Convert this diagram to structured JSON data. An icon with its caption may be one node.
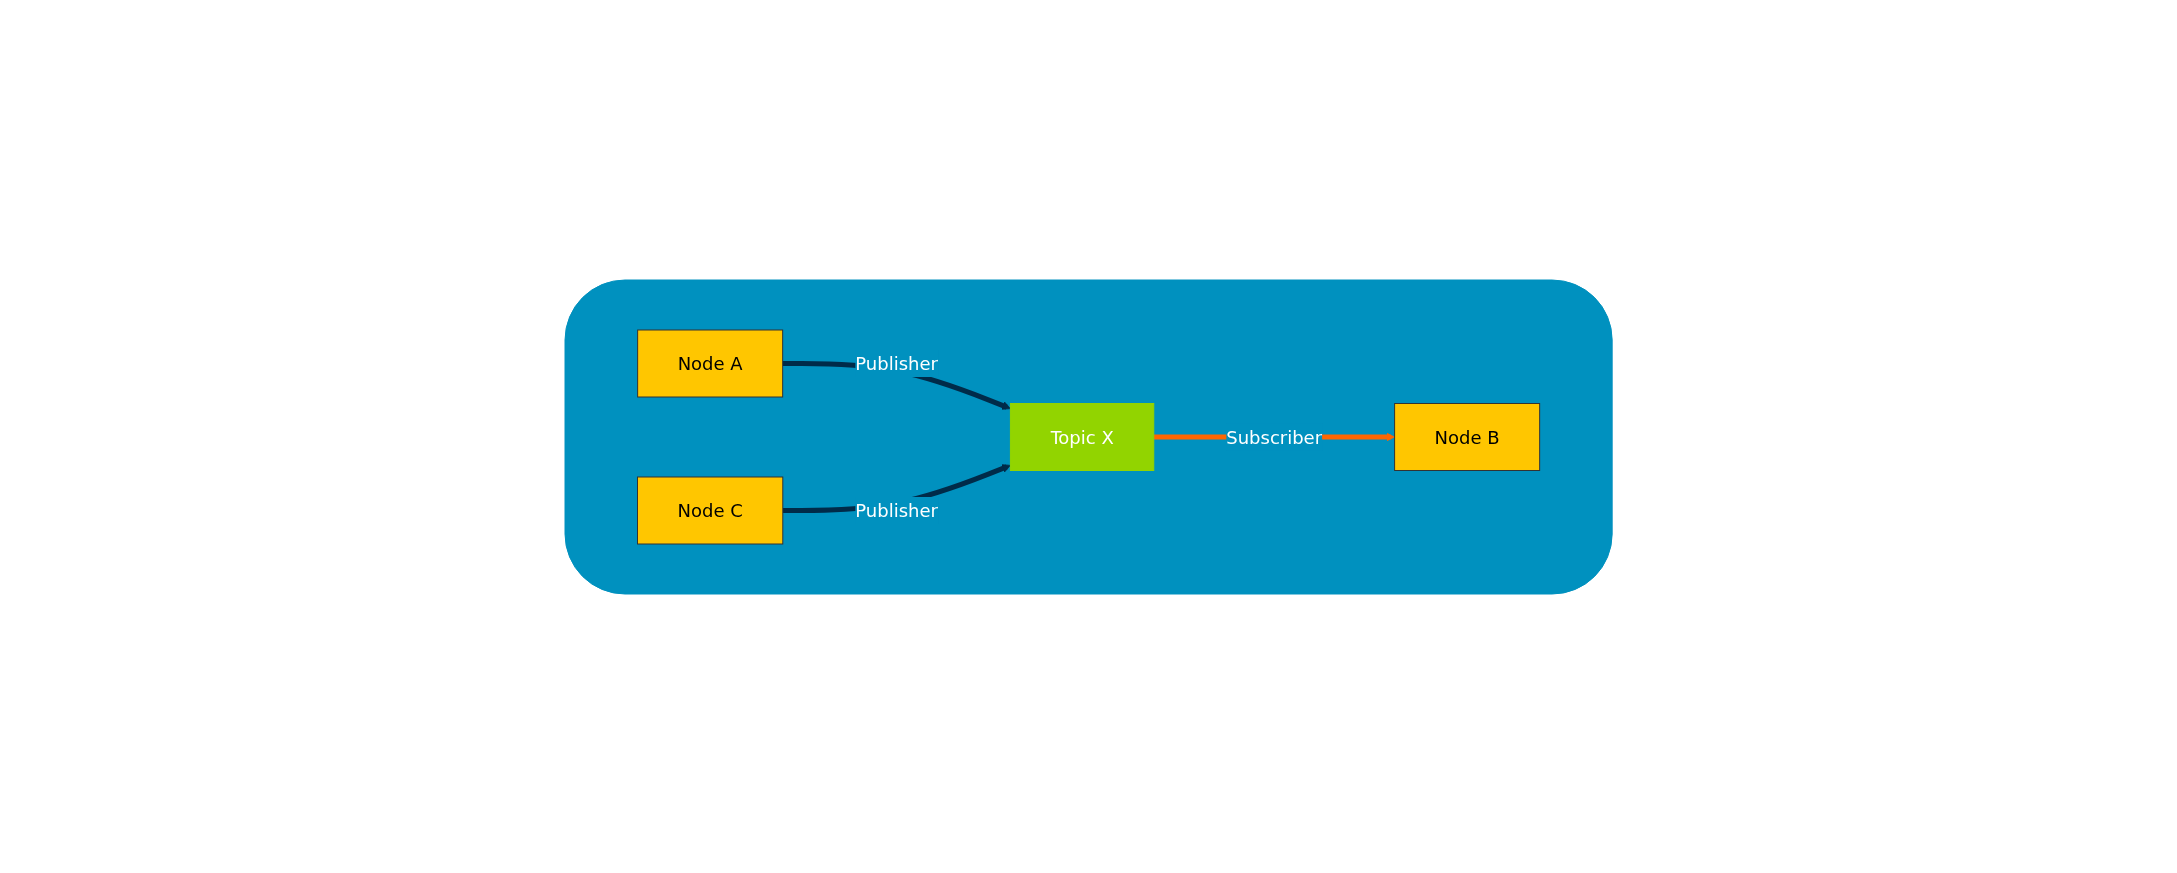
{
  "diagram": {
    "nodes": [
      {
        "text": [],
        "shape": "cloud"
      },
      {
        "text": [
          "Node A"
        ],
        "in": 0
      },
      {
        "text": [
          "Topic X"
        ],
        "in": 0
      },
      {
        "text": [
          "Node B"
        ],
        "in": 0
      },
      {
        "text": [
          "Node C"
        ],
        "in": 0
      }
    ],
    "edges": [
      {
        "from": 1,
        "to": 2,
        "arrow": "to",
        "label": "Publisher"
      },
      {
        "from": 2,
        "to": 3,
        "arrow": "to",
        "label": "Subscriber",
        "color": "#ff6600"
      },
      {
        "from": 4,
        "to": 2,
        "arrow": "to",
        "label": "Publisher"
      }
    ]
  }
}
